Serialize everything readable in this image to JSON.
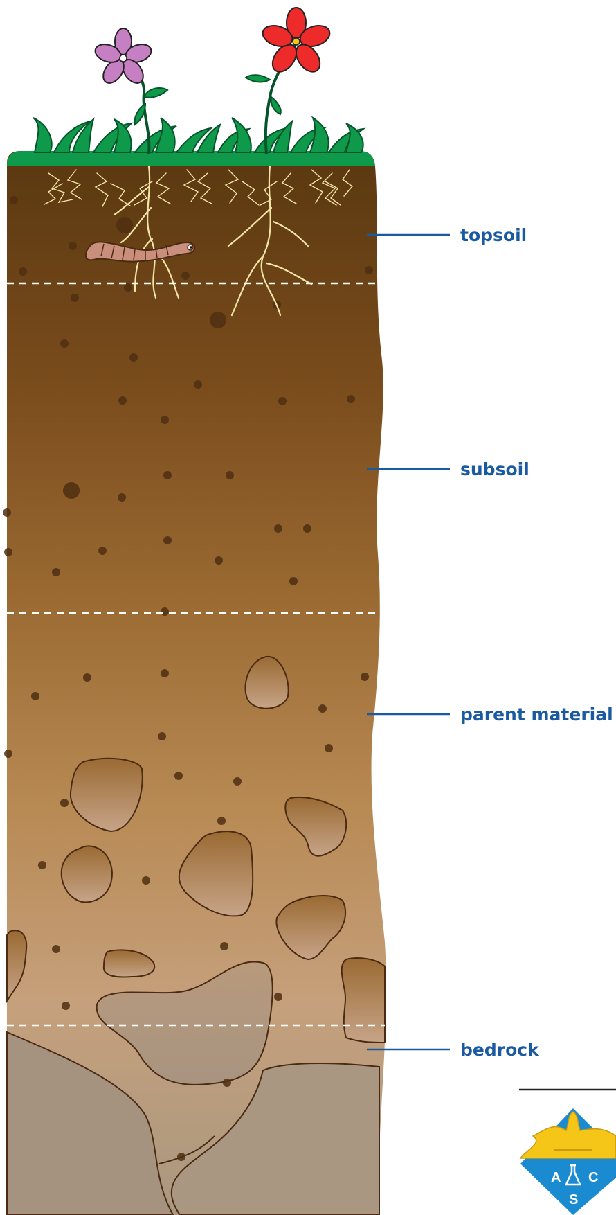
{
  "labels": {
    "topsoil": "topsoil",
    "subsoil": "subsoil",
    "parent_material": "parent material",
    "bedrock": "bedrock"
  },
  "logo": {
    "letters": [
      "A",
      "C",
      "S"
    ]
  },
  "colors": {
    "label": "#1a5aa0",
    "grass": "#0e9a4a",
    "topsoil": "#5d3a12",
    "subsoil": "#8a5a22",
    "parent_material": "#b88a54",
    "bedrock": "#a99a87",
    "logo_yellow": "#f5c518",
    "logo_blue": "#1a8bd1",
    "flower_pink": "#c77fc4",
    "flower_red": "#ee2b2b"
  }
}
